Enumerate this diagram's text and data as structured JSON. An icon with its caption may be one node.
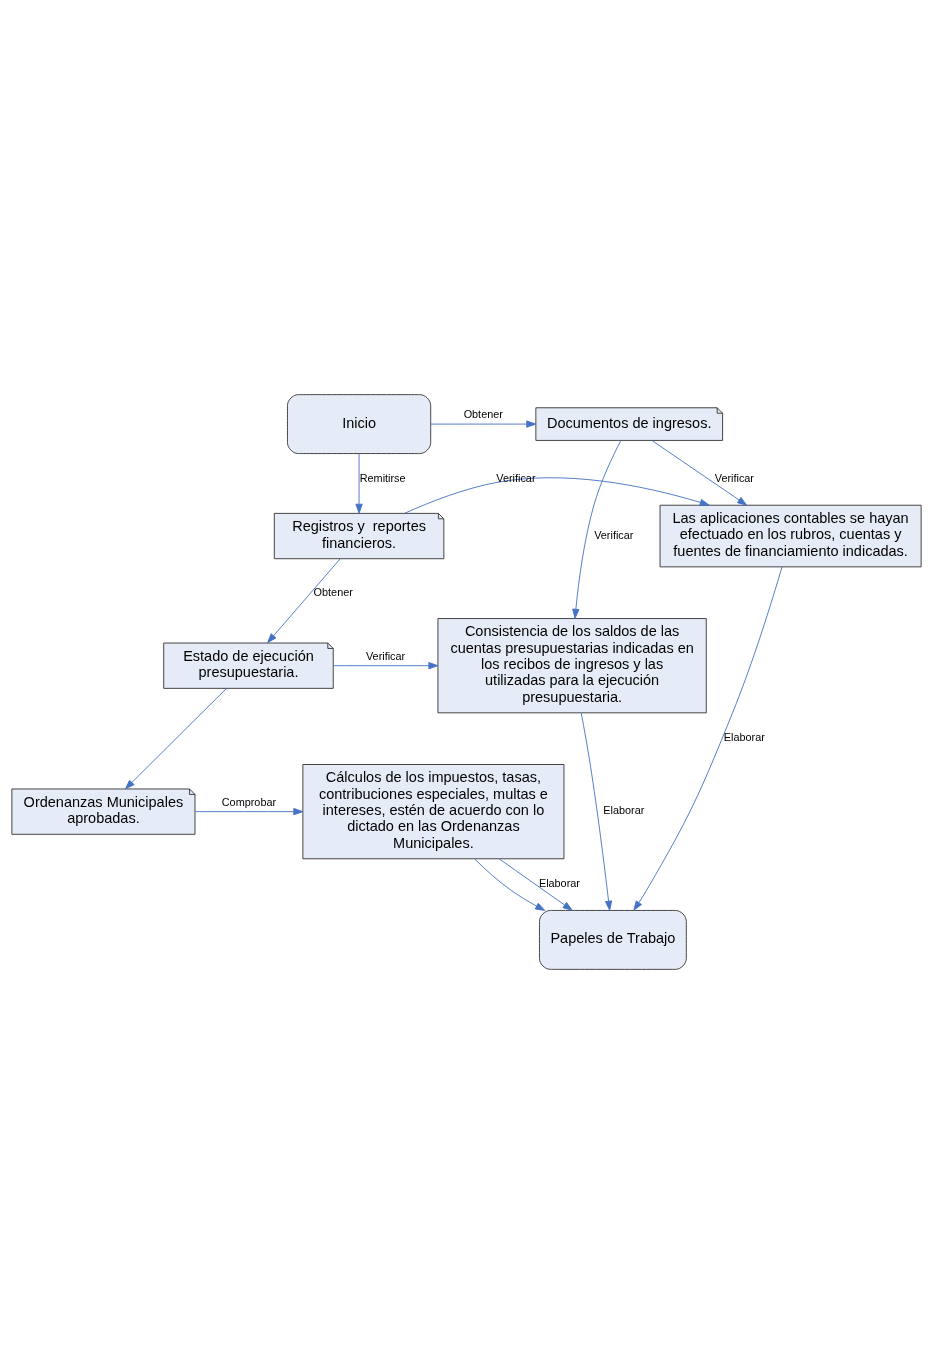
{
  "diagram": {
    "nodes": [
      {
        "text": [
          "Inicio"
        ]
      },
      {
        "text": [
          "Documentos de ingresos."
        ]
      },
      {
        "text": [
          "Registros y  reportes financieros."
        ]
      },
      {
        "text": [
          "Las aplicaciones contables se hayan efectuado en los rubros, cuentas y fuentes de financiamiento indicadas."
        ]
      },
      {
        "text": [
          "Estado de ejecución presupuestaria."
        ]
      },
      {
        "text": [
          "Consistencia de los saldos de las cuentas presupuestarias indicadas en los recibos de ingresos y las utilizadas para la ejecución presupuestaria."
        ]
      },
      {
        "text": [
          "Ordenanzas Municipales aprobadas."
        ]
      },
      {
        "text": [
          "Cálculos de los impuestos, tasas, contribuciones especiales, multas e intereses, estén de acuerdo con lo dictado en las Ordenanzas Municipales."
        ]
      },
      {
        "text": [
          "Papeles de Trabajo"
        ]
      }
    ],
    "edges": [
      {
        "from": 0,
        "to": 1,
        "arrow": "to",
        "label": "Obtener"
      },
      {
        "from": 0,
        "to": 2,
        "arrow": "to",
        "label": "Remitirse"
      },
      {
        "from": 1,
        "to": 3,
        "arrow": "to",
        "label": "Verificar"
      },
      {
        "from": 1,
        "to": 5,
        "arrow": "to",
        "label": "Verificar"
      },
      {
        "from": 2,
        "to": 3,
        "arrow": "to",
        "label": "Verificar"
      },
      {
        "from": 2,
        "to": 4,
        "arrow": "to",
        "label": "Obtener"
      },
      {
        "from": 4,
        "to": 5,
        "arrow": "to",
        "label": "Verificar"
      },
      {
        "from": 4,
        "to": 6,
        "arrow": "to"
      },
      {
        "from": 6,
        "to": 7,
        "arrow": "to",
        "label": "Comprobar"
      },
      {
        "from": 7,
        "to": 8,
        "arrow": "to"
      },
      {
        "from": 7,
        "to": 8,
        "arrow": "to",
        "label": "Elaborar"
      },
      {
        "from": 5,
        "to": 8,
        "arrow": "to",
        "label": "Elaborar"
      },
      {
        "from": 3,
        "to": 8,
        "arrow": "to",
        "label": "Elaborar"
      }
    ]
  }
}
